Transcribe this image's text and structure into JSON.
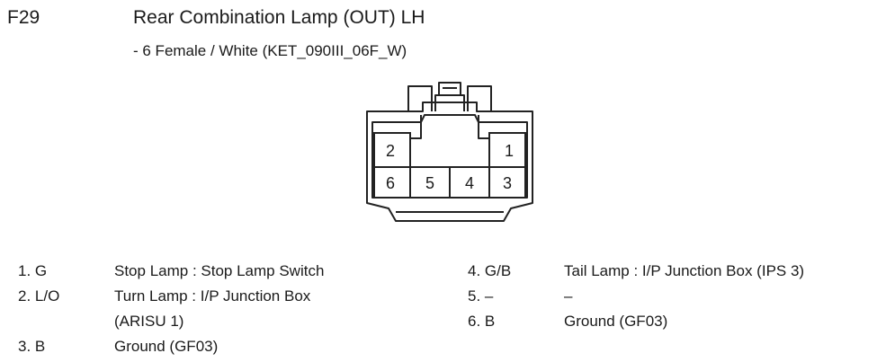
{
  "connector": {
    "code": "F29",
    "title": "Rear Combination Lamp (OUT) LH",
    "subtitle": "- 6 Female / White (KET_090III_06F_W)",
    "cavity_labels": [
      "2",
      "1",
      "6",
      "5",
      "4",
      "3"
    ]
  },
  "pins": {
    "left": [
      {
        "num": "1. G",
        "desc": [
          "Stop Lamp : Stop Lamp Switch"
        ]
      },
      {
        "num": "2. L/O",
        "desc": [
          "Turn Lamp : I/P Junction Box",
          "(ARISU 1)"
        ]
      },
      {
        "num": "3. B",
        "desc": [
          "Ground (GF03)"
        ]
      }
    ],
    "right": [
      {
        "num": "4. G/B",
        "desc": [
          "Tail Lamp : I/P Junction Box (IPS 3)"
        ]
      },
      {
        "num": "5. –",
        "desc": [
          "–"
        ]
      },
      {
        "num": "6. B",
        "desc": [
          "Ground (GF03)"
        ]
      }
    ]
  }
}
